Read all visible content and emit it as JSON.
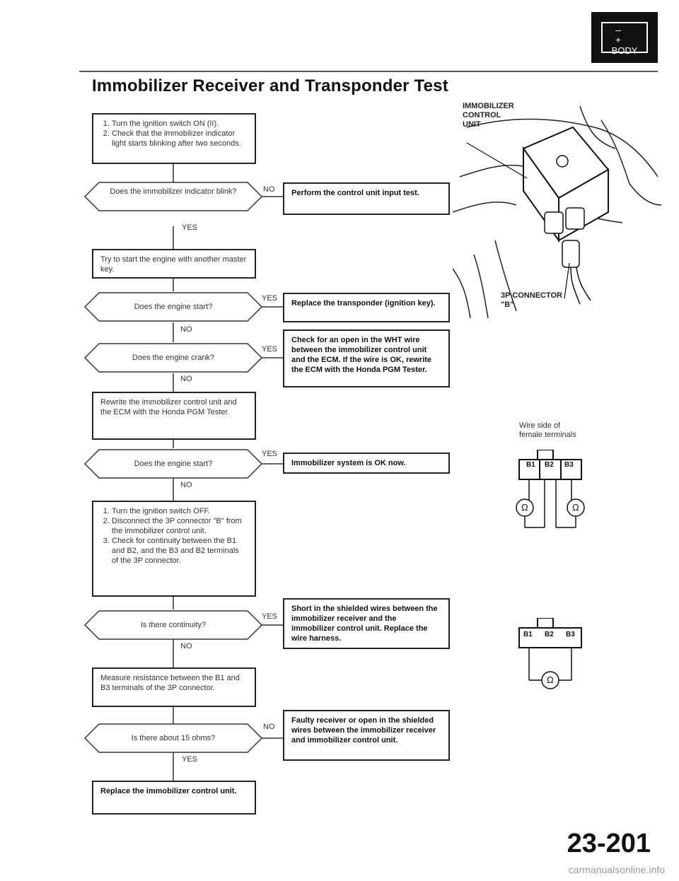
{
  "header": {
    "badge_sign": "– +",
    "badge_text": "BODY",
    "title": "Immobilizer Receiver and Transponder Test"
  },
  "flowchart": {
    "step1": {
      "item1": "Turn the ignition switch ON (II).",
      "item2": "Check that the immobilizer indicator light starts blinking after two seconds."
    },
    "decision1": {
      "text": "Does the immobilizer indicator blink?",
      "no": "NO",
      "yes": "YES"
    },
    "result1": "Perform the control unit input test.",
    "step2": "Try to start the engine with another master key.",
    "decision2": {
      "text": "Does the engine start?",
      "yes": "YES",
      "no": "NO"
    },
    "result2": "Replace the transponder (ignition key).",
    "decision3": {
      "text": "Does the engine crank?",
      "yes": "YES",
      "no": "NO"
    },
    "result3": "Check for an open in the WHT wire between the immobilizer control unit and the ECM. If the wire is OK, rewrite the ECM with the Honda PGM Tester.",
    "step3": "Rewrite the immobilizer control unit and the ECM with the Honda PGM Tester.",
    "decision4": {
      "text": "Does the engine start?",
      "yes": "YES",
      "no": "NO"
    },
    "result4": "Immobilizer system is OK now.",
    "step4": {
      "item1": "Turn the ignition switch OFF.",
      "item2": "Disconnect the 3P connector \"B\" from the immobilizer control unit.",
      "item3": "Check for continuity between the B1 and B2, and the B3 and B2 terminals of the 3P connector."
    },
    "decision5": {
      "text": "Is there continuity?",
      "yes": "YES",
      "no": "NO"
    },
    "result5": "Short in the shielded wires between the immobilizer receiver and the immobilizer control unit. Replace the wire harness.",
    "step5": "Measure resistance between the B1 and B3 terminals of the 3P connector.",
    "decision6": {
      "text": "Is there about 15 ohms?",
      "no": "NO",
      "yes": "YES"
    },
    "result6": "Faulty receiver or open in the shielded wires between the immobilizer receiver and immobilizer control unit.",
    "step6": "Replace the immobilizer control unit."
  },
  "illustration": {
    "unit_label_line1": "IMMOBILIZER",
    "unit_label_line2": "CONTROL",
    "unit_label_line3": "UNIT",
    "connector_label_line1": "3P CONNECTOR",
    "connector_label_line2": "\"B\"",
    "wire_side_line1": "Wire side of",
    "wire_side_line2": "female terminals",
    "terminals": [
      "B1",
      "B2",
      "B3"
    ],
    "ohm_symbol": "Ω"
  },
  "footer": {
    "page_number": "23-201",
    "watermark": "carmanualsonline.info"
  }
}
